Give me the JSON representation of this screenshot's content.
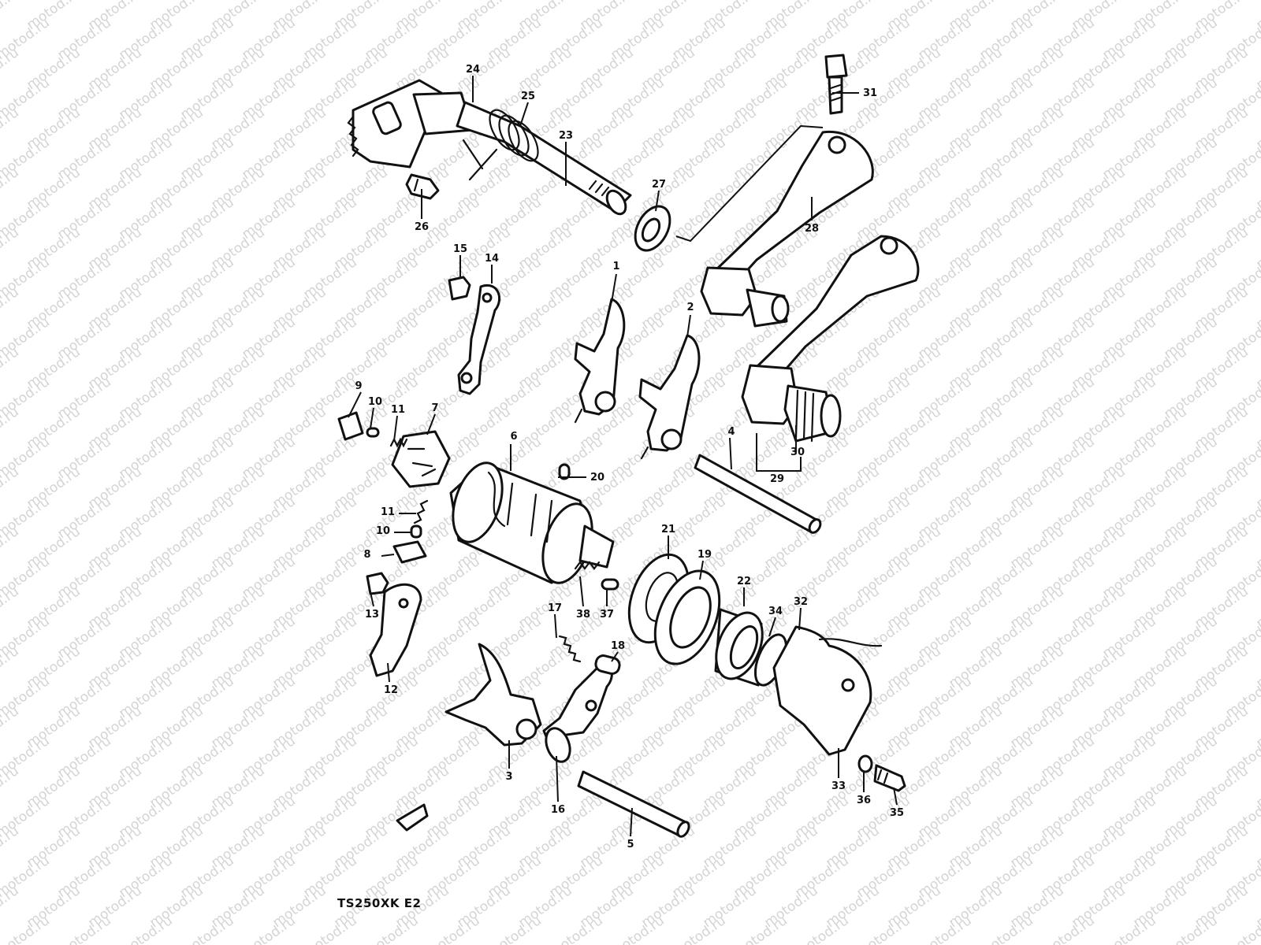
{
  "watermark": "motod.ru",
  "model_label": "TS250XK  E2",
  "callouts": [
    "1",
    "2",
    "3",
    "4",
    "5",
    "6",
    "7",
    "8",
    "9",
    "10",
    "10",
    "11",
    "11",
    "12",
    "13",
    "14",
    "15",
    "16",
    "17",
    "18",
    "19",
    "20",
    "21",
    "22",
    "23",
    "24",
    "25",
    "26",
    "27",
    "28",
    "29",
    "30",
    "31",
    "32",
    "33",
    "34",
    "35",
    "36",
    "37",
    "38"
  ]
}
